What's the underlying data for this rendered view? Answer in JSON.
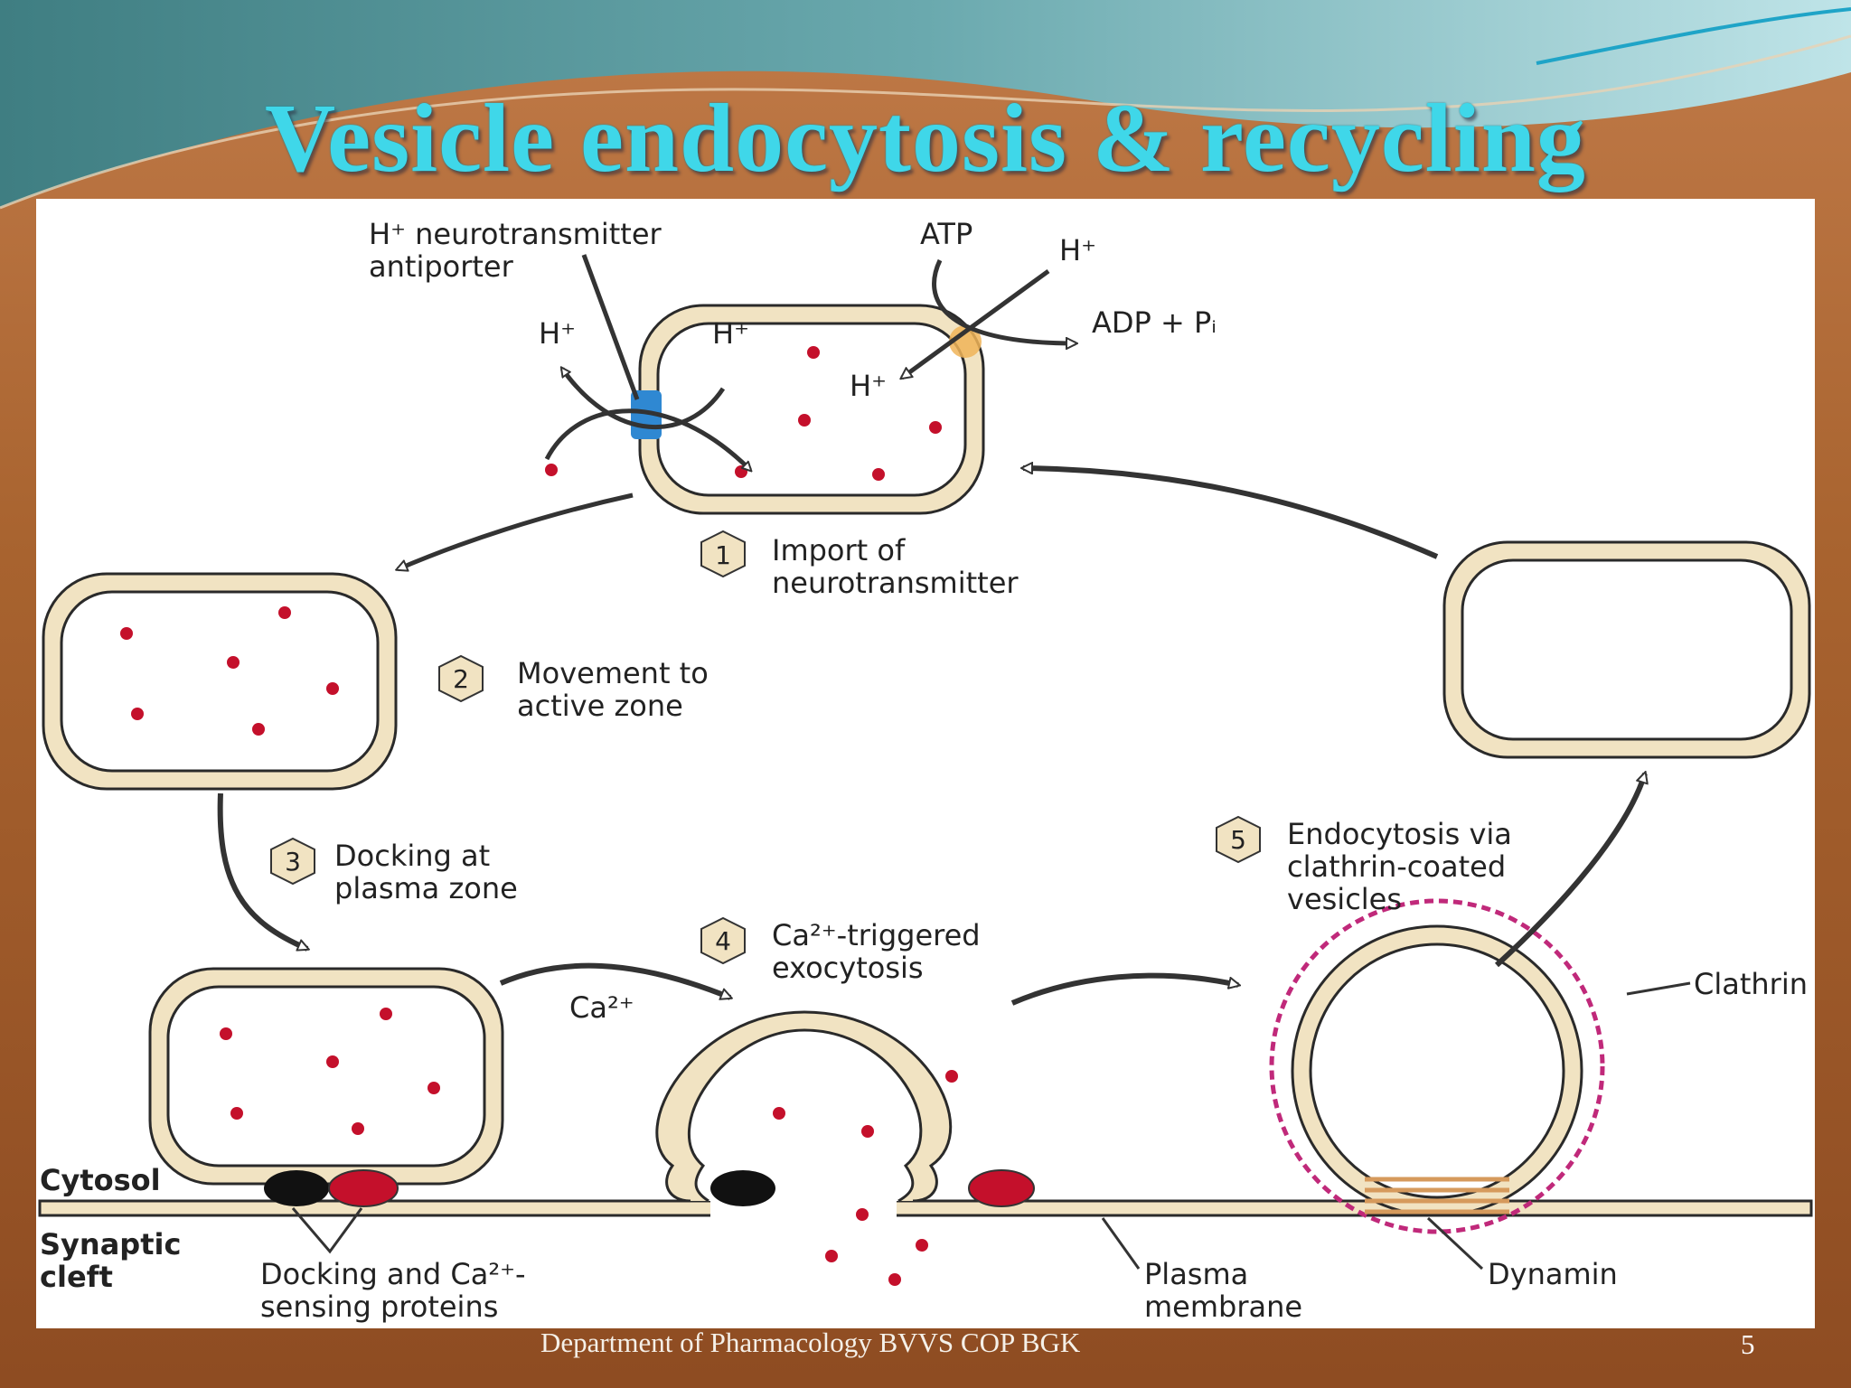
{
  "slide": {
    "title": "Vesicle endocytosis & recycling",
    "footer": "Department of Pharmacology BVVS COP BGK",
    "page_number": "5"
  },
  "diagram": {
    "labels": {
      "antiporter_l1": "H⁺ neurotransmitter",
      "antiporter_l2": "antiporter",
      "atp": "ATP",
      "h_top_right": "H⁺",
      "adp": "ADP + Pᵢ",
      "h_left_out": "H⁺",
      "h_left_in": "H⁺",
      "h_inside": "H⁺",
      "ca_label": "Ca²⁺",
      "clathrin": "Clathrin",
      "cytosol": "Cytosol",
      "synaptic_l1": "Synaptic",
      "synaptic_l2": "cleft",
      "docking_l1": "Docking and Ca²⁺-",
      "docking_l2": "sensing proteins",
      "plasma_l1": "Plasma",
      "plasma_l2": "membrane",
      "dynamin": "Dynamin"
    },
    "steps": [
      {
        "num": "1",
        "line1": "Import of",
        "line2": "neurotransmitter",
        "line3": ""
      },
      {
        "num": "2",
        "line1": "Movement to",
        "line2": "active zone",
        "line3": ""
      },
      {
        "num": "3",
        "line1": "Docking at",
        "line2": "plasma zone",
        "line3": ""
      },
      {
        "num": "4",
        "line1": "Ca²⁺-triggered",
        "line2": "exocytosis",
        "line3": ""
      },
      {
        "num": "5",
        "line1": "Endocytosis via",
        "line2": "clathrin-coated",
        "line3": "vesicles"
      }
    ],
    "colors": {
      "membrane": "#f1e3c2",
      "membrane_outline": "#2a2a2a",
      "neurotransmitter": "#c4102b",
      "antiporter": "#2f88d2",
      "atpase": "#f0b458",
      "clathrin": "#c0297a",
      "dynamin": "#d69a5c",
      "docking_black": "#111111",
      "docking_red": "#c4102b"
    }
  }
}
